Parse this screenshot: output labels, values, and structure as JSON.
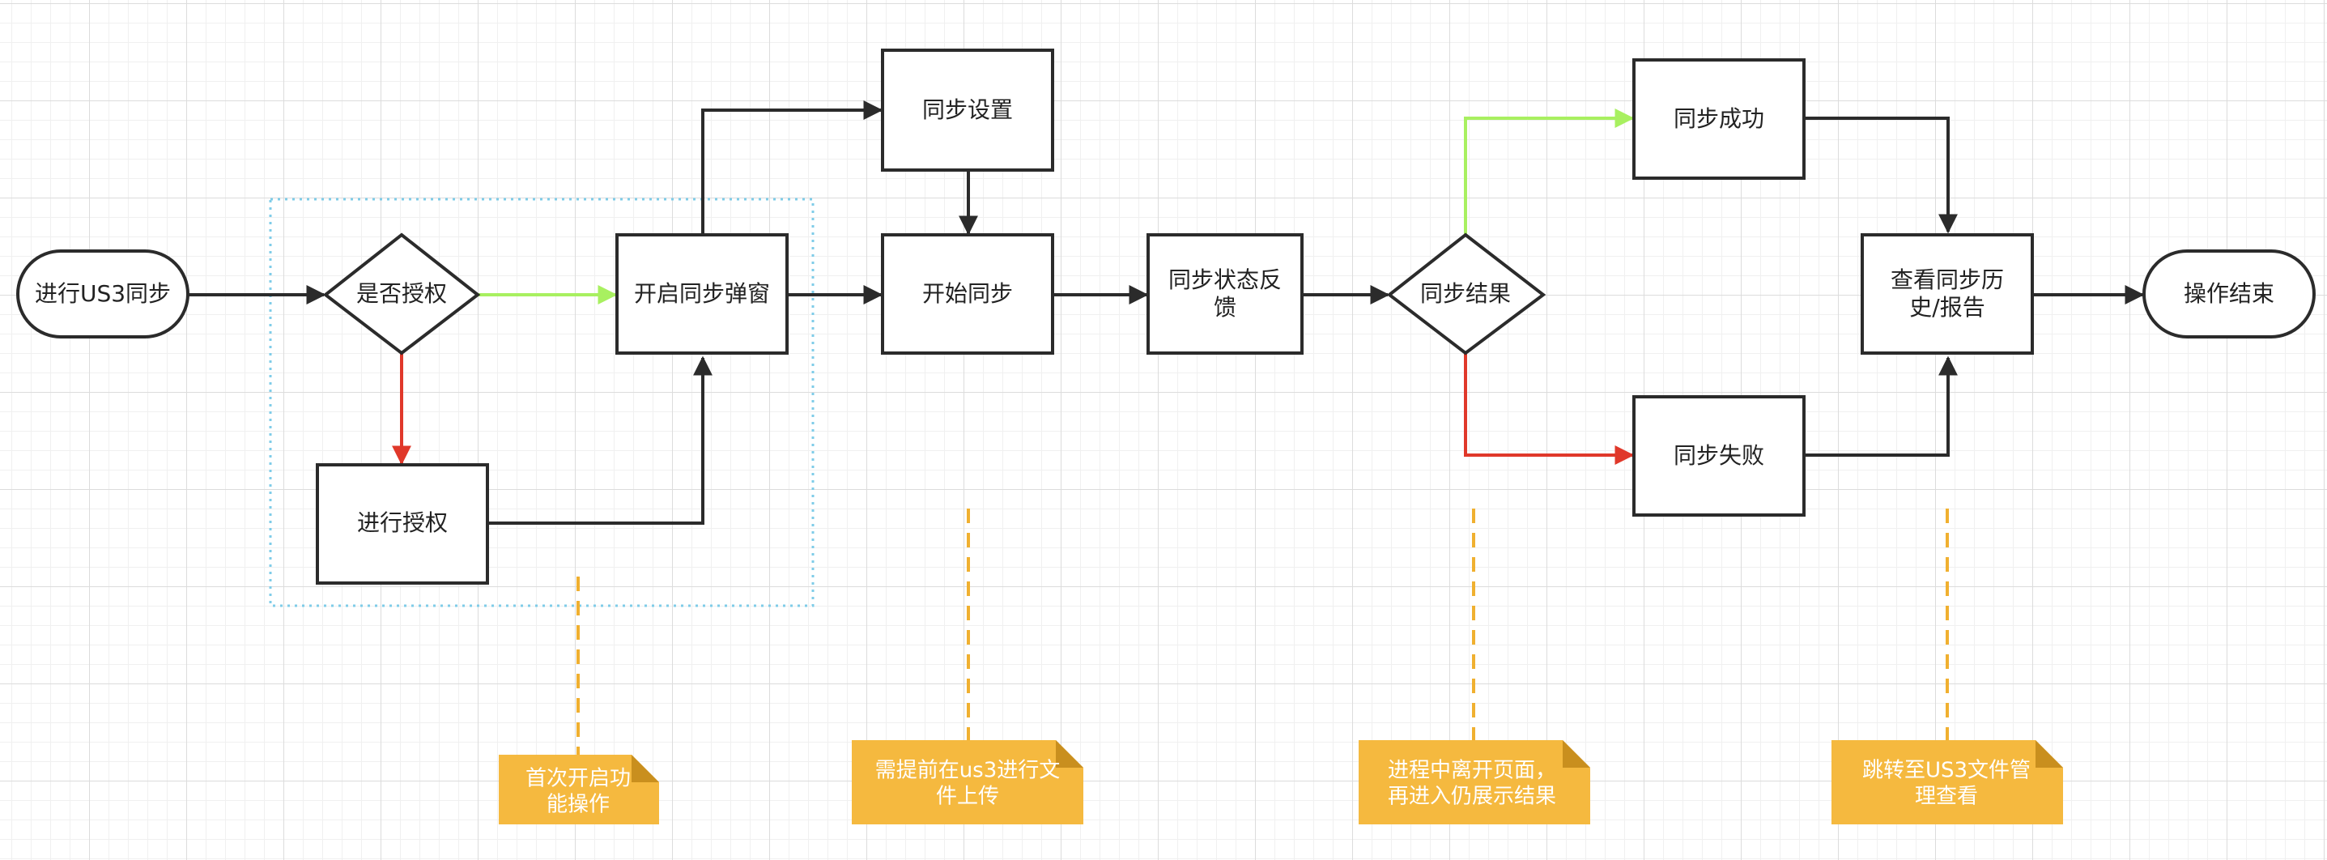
{
  "nodes": {
    "start": "进行US3同步",
    "decision_authorized": "是否授权",
    "do_authorize": "进行授权",
    "open_sync_popup": "开启同步弹窗",
    "sync_settings": "同步设置",
    "start_sync": "开始同步",
    "sync_status_feedback": [
      "同步状态反",
      "馈"
    ],
    "decision_sync_result": "同步结果",
    "sync_success": "同步成功",
    "sync_failed": "同步失败",
    "view_history": [
      "查看同步历",
      "史/报告"
    ],
    "end": "操作结束"
  },
  "notes": {
    "first_open": [
      "首次开启功",
      "能操作"
    ],
    "prerequisite": [
      "需提前在us3进行文",
      "件上传"
    ],
    "leave_page": [
      "进程中离开页面，",
      "再进入仍展示结果"
    ],
    "jump_manage": [
      "跳转至US3文件管",
      "理查看"
    ]
  },
  "colors": {
    "stroke": "#2b2b2b",
    "yes_edge": "#a8f060",
    "no_edge": "#e0382a",
    "group_border": "#7fcce8",
    "note_fill": "#f5b93f",
    "note_fold": "#c98f1e",
    "note_connector": "#f0b030"
  }
}
